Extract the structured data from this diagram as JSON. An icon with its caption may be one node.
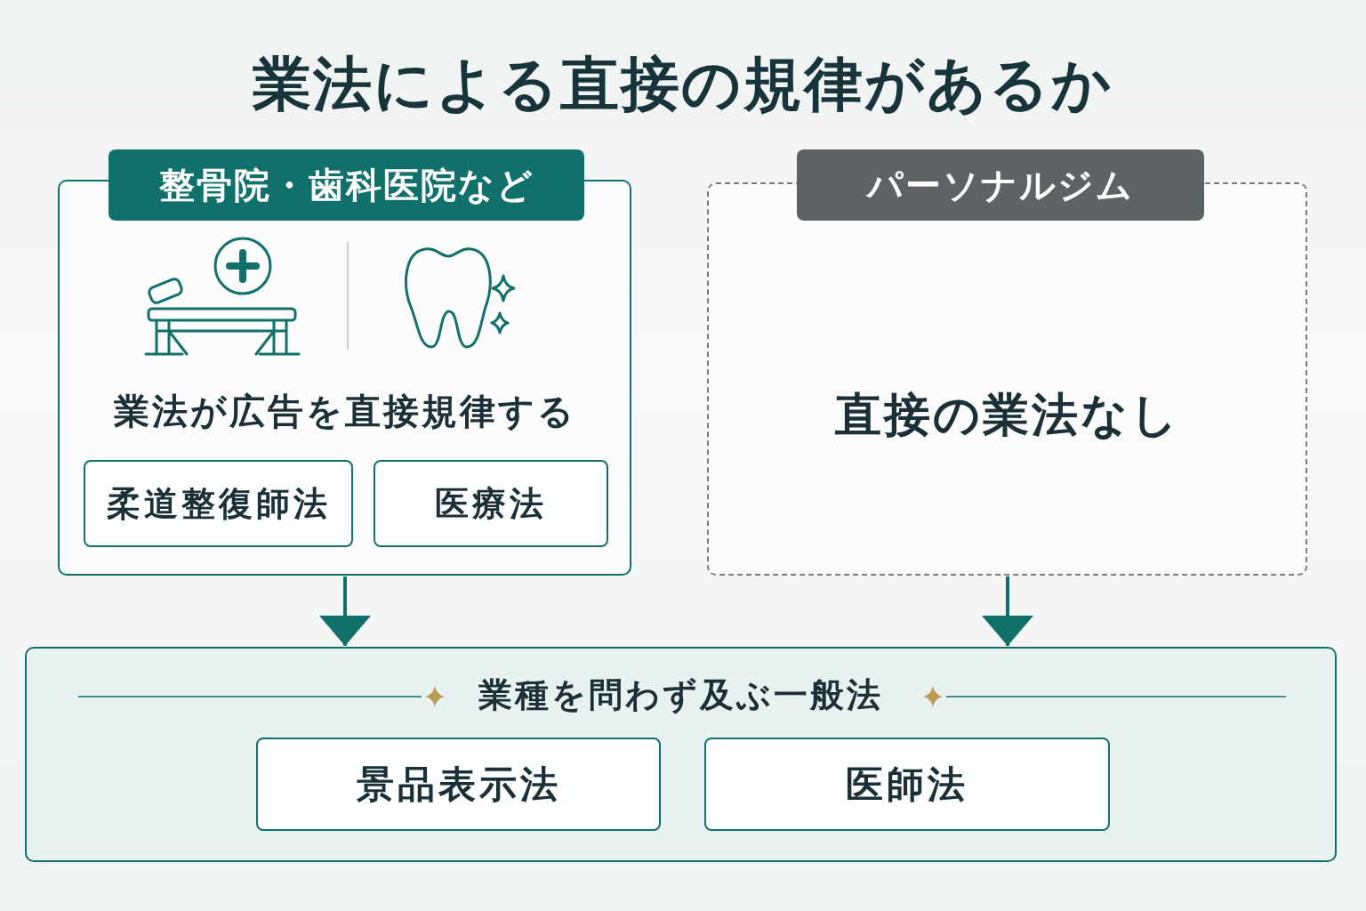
{
  "diagram": {
    "title": "業法による直接の規律があるか",
    "nodes": [
      {
        "text": [
          "整骨院・歯科医院など",
          "業法が広告を直接規律する"
        ]
      },
      {
        "text": [
          "柔道整復師法"
        ],
        "in": 0
      },
      {
        "text": [
          "医療法"
        ],
        "in": 0
      },
      {
        "text": [
          "パーソナルジム",
          "直接の業法なし"
        ]
      },
      {
        "text": [
          "業種を問わず及ぶ一般法"
        ]
      },
      {
        "text": [
          "景品表示法"
        ],
        "in": 4
      },
      {
        "text": [
          "医師法"
        ],
        "in": 4
      }
    ],
    "edges": [
      {
        "from": 0,
        "to": 4,
        "arrow": "to"
      },
      {
        "from": 3,
        "to": 4,
        "arrow": "to"
      }
    ]
  }
}
